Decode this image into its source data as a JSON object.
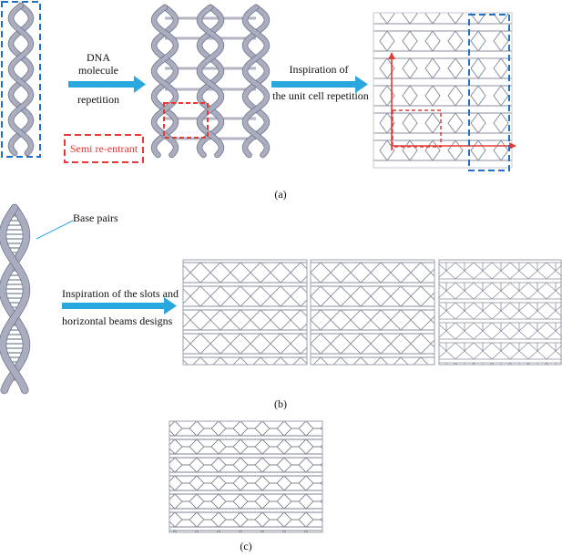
{
  "panel_a": {
    "arrow1_text": [
      "DNA",
      "molecule",
      "repetition"
    ],
    "semi_reentrant_label": "Semi re-entrant",
    "arrow2_text": [
      "Inspiration of",
      "the unit cell repetition"
    ],
    "caption": "(a)"
  },
  "panel_b": {
    "base_pairs_label": "Base pairs",
    "arrow_text": [
      "Inspiration of the slots and",
      "horizontal beams designs"
    ],
    "caption": "(b)"
  },
  "panel_c": {
    "caption": "(c)"
  },
  "colors": {
    "helix_fill": "#a9adbf",
    "helix_stroke": "#6f7486",
    "blue_arrow": "#29a7df",
    "blue_dash": "#1f6fc4",
    "red_dash": "#e53935",
    "lattice_stroke": "#7f8494"
  }
}
